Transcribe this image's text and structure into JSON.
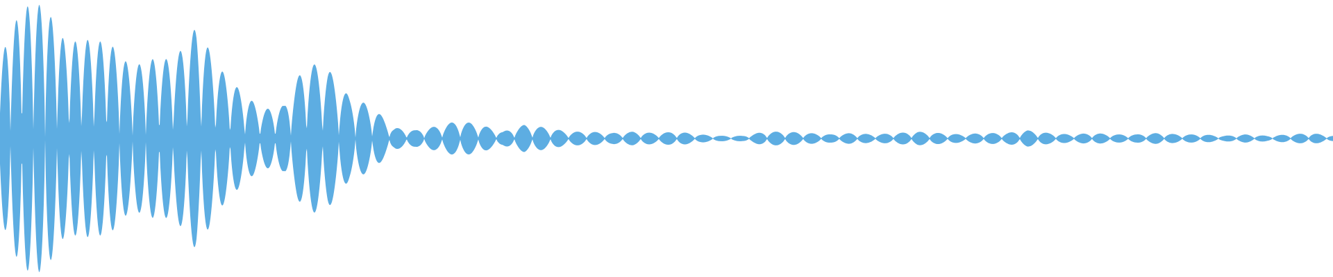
{
  "waveform": {
    "fill_color": "#5dade2",
    "background_color": "#ffffff",
    "peak_envelope": [
      0.58,
      0.96,
      0.98,
      0.7,
      0.72,
      0.7,
      0.52,
      0.58,
      0.58,
      0.82,
      0.52,
      0.35,
      0.21,
      0.24,
      0.56,
      0.51,
      0.3,
      0.24,
      0.08,
      0.06,
      0.09,
      0.13,
      0.1,
      0.05,
      0.1,
      0.08,
      0.05,
      0.05,
      0.04,
      0.05,
      0.04,
      0.05,
      0.03,
      0.02,
      0.02,
      0.05,
      0.05,
      0.04,
      0.03,
      0.04,
      0.03,
      0.04,
      0.05,
      0.04,
      0.03,
      0.04,
      0.04,
      0.06,
      0.04,
      0.03,
      0.04,
      0.03,
      0.03,
      0.04,
      0.03,
      0.03,
      0.02,
      0.03,
      0.02,
      0.03,
      0.04,
      0.02
    ]
  }
}
